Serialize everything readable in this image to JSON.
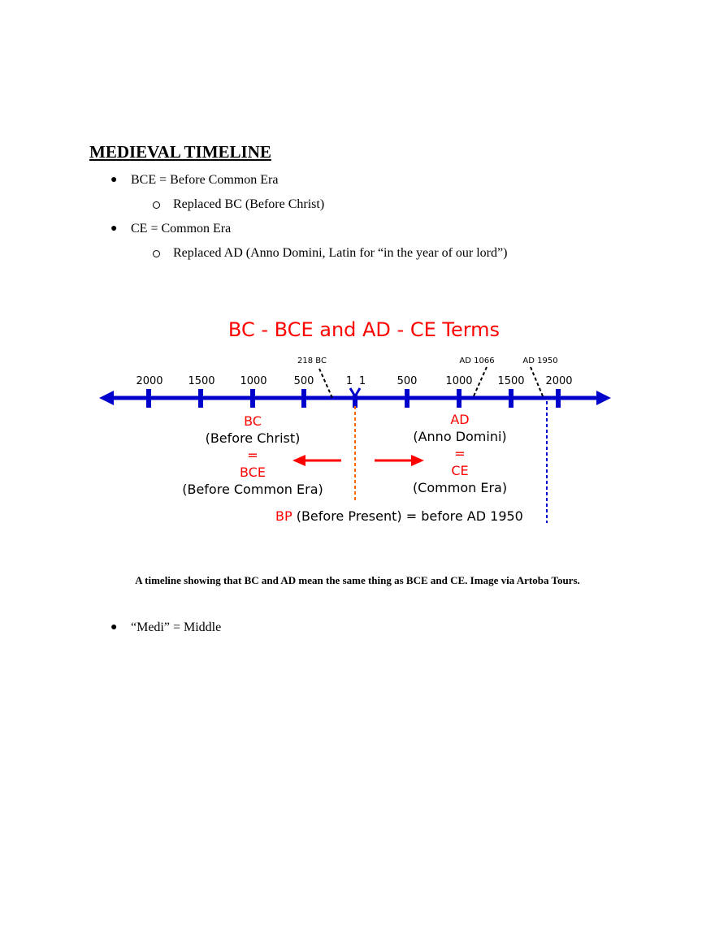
{
  "document": {
    "title": "MEDIEVAL TIMELINE",
    "list": [
      {
        "text": "BCE = Before Common Era",
        "children": [
          {
            "text": "Replaced BC (Before Christ)"
          }
        ]
      },
      {
        "text": "CE = Common Era",
        "children": [
          {
            "text": "Replaced AD (Anno Domini, Latin for “in the year of our lord”)"
          }
        ]
      }
    ],
    "caption": "A timeline showing that BC and AD mean the same thing as BCE and CE. Image via Artoba Tours.",
    "list2": [
      {
        "text": "“Medi” = Middle"
      }
    ]
  },
  "figure": {
    "title": "BC - BCE and AD - CE Terms",
    "colors": {
      "axis": "#0000cc",
      "accent": "#ff0000",
      "origin_line": "#ff6600",
      "bp_line": "#0000cc"
    },
    "ticks_bc": [
      "2000",
      "1500",
      "1000",
      "500"
    ],
    "ticks_ad": [
      "500",
      "1000",
      "1500",
      "2000"
    ],
    "origin_labels": [
      "1",
      "1"
    ],
    "markers": [
      {
        "label": "218 BC"
      },
      {
        "label": "AD 1066"
      },
      {
        "label": "AD 1950"
      }
    ],
    "left": {
      "abbr": "BC",
      "full": "(Before Christ)",
      "eq": "=",
      "abbr2": "BCE",
      "full2": "(Before Common Era)"
    },
    "right": {
      "abbr": "AD",
      "full": "(Anno Domini)",
      "eq": "=",
      "abbr2": "CE",
      "full2": "(Common Era)"
    },
    "bp": {
      "abbr": "BP",
      "rest": " (Before Present) = before AD 1950"
    }
  }
}
